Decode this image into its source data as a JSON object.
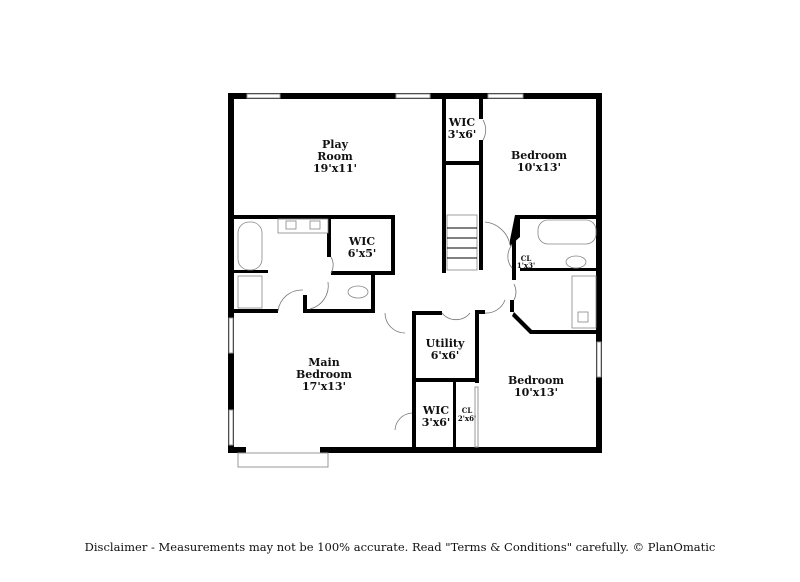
{
  "rooms": {
    "play_room": {
      "name_line1": "Play",
      "name_line2": "Room",
      "size": "19'x11'"
    },
    "wic_top": {
      "name": "WIC",
      "size": "3'x6'"
    },
    "bedroom_top": {
      "name": "Bedroom",
      "size": "10'x13'"
    },
    "wic_bath": {
      "name": "WIC",
      "size": "6'x5'"
    },
    "cl_small": {
      "name": "CL",
      "size": "1'x3'"
    },
    "utility": {
      "name": "Utility",
      "size": "6'x6'"
    },
    "main_bedroom": {
      "name_line1": "Main",
      "name_line2": "Bedroom",
      "size": "17'x13'"
    },
    "wic_bottom": {
      "name": "WIC",
      "size": "3'x6'"
    },
    "cl_bottom": {
      "name": "CL",
      "size": "2'x6'"
    },
    "bedroom_bottom": {
      "name": "Bedroom",
      "size": "10'x13'"
    }
  },
  "disclaimer": "Disclaimer - Measurements may not be 100% accurate. Read \"Terms & Conditions\" carefully. © PlanOmatic"
}
